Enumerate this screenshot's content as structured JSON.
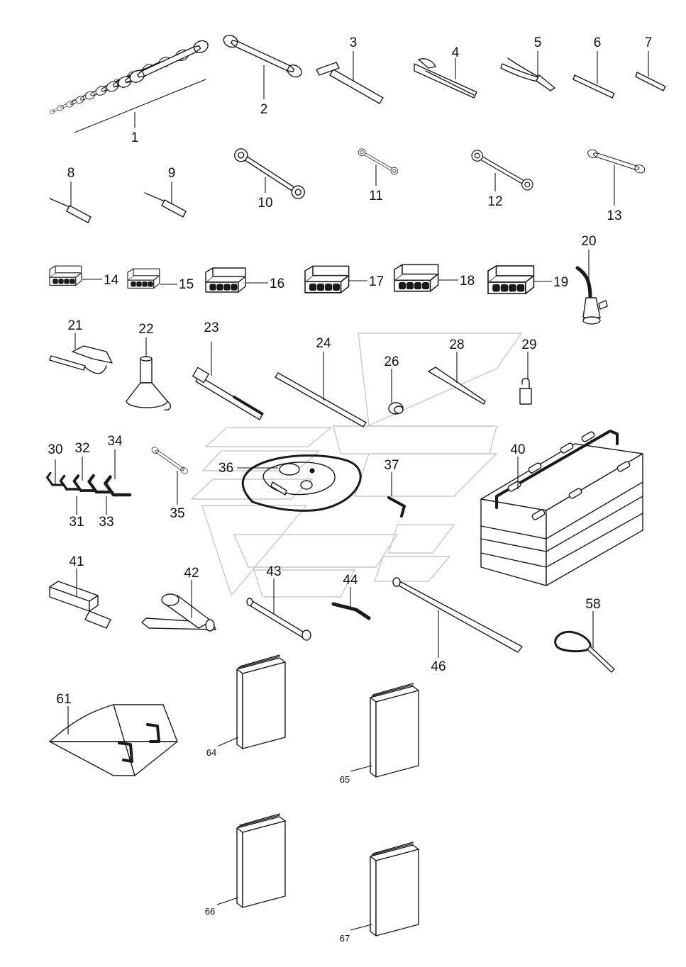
{
  "parts": [
    {
      "key": "p1",
      "label": "1"
    },
    {
      "key": "p2",
      "label": "2"
    },
    {
      "key": "p3",
      "label": "3"
    },
    {
      "key": "p4",
      "label": "4"
    },
    {
      "key": "p5",
      "label": "5"
    },
    {
      "key": "p6",
      "label": "6"
    },
    {
      "key": "p7",
      "label": "7"
    },
    {
      "key": "p8",
      "label": "8"
    },
    {
      "key": "p9",
      "label": "9"
    },
    {
      "key": "p10",
      "label": "10"
    },
    {
      "key": "p11",
      "label": "11"
    },
    {
      "key": "p12",
      "label": "12"
    },
    {
      "key": "p13",
      "label": "13"
    },
    {
      "key": "p14",
      "label": "14"
    },
    {
      "key": "p15",
      "label": "15"
    },
    {
      "key": "p16",
      "label": "16"
    },
    {
      "key": "p17",
      "label": "17"
    },
    {
      "key": "p18",
      "label": "18"
    },
    {
      "key": "p19",
      "label": "19"
    },
    {
      "key": "p20",
      "label": "20"
    },
    {
      "key": "p21",
      "label": "21"
    },
    {
      "key": "p22",
      "label": "22"
    },
    {
      "key": "p23",
      "label": "23"
    },
    {
      "key": "p24",
      "label": "24"
    },
    {
      "key": "p26",
      "label": "26"
    },
    {
      "key": "p28",
      "label": "28"
    },
    {
      "key": "p29",
      "label": "29"
    },
    {
      "key": "p30",
      "label": "30"
    },
    {
      "key": "p31",
      "label": "31"
    },
    {
      "key": "p32",
      "label": "32"
    },
    {
      "key": "p33",
      "label": "33"
    },
    {
      "key": "p34",
      "label": "34"
    },
    {
      "key": "p35",
      "label": "35"
    },
    {
      "key": "p36",
      "label": "36"
    },
    {
      "key": "p37",
      "label": "37"
    },
    {
      "key": "p40",
      "label": "40"
    },
    {
      "key": "p41",
      "label": "41"
    },
    {
      "key": "p42",
      "label": "42"
    },
    {
      "key": "p43",
      "label": "43"
    },
    {
      "key": "p44",
      "label": "44"
    },
    {
      "key": "p46",
      "label": "46"
    },
    {
      "key": "p58",
      "label": "58"
    },
    {
      "key": "p61",
      "label": "61"
    },
    {
      "key": "p64",
      "label": "64"
    },
    {
      "key": "p65",
      "label": "65"
    },
    {
      "key": "p66",
      "label": "66"
    },
    {
      "key": "p67",
      "label": "67"
    }
  ],
  "colors": {
    "ink": "#1a1a1a",
    "watermark": "#c9c9c9",
    "background": "#ffffff"
  }
}
